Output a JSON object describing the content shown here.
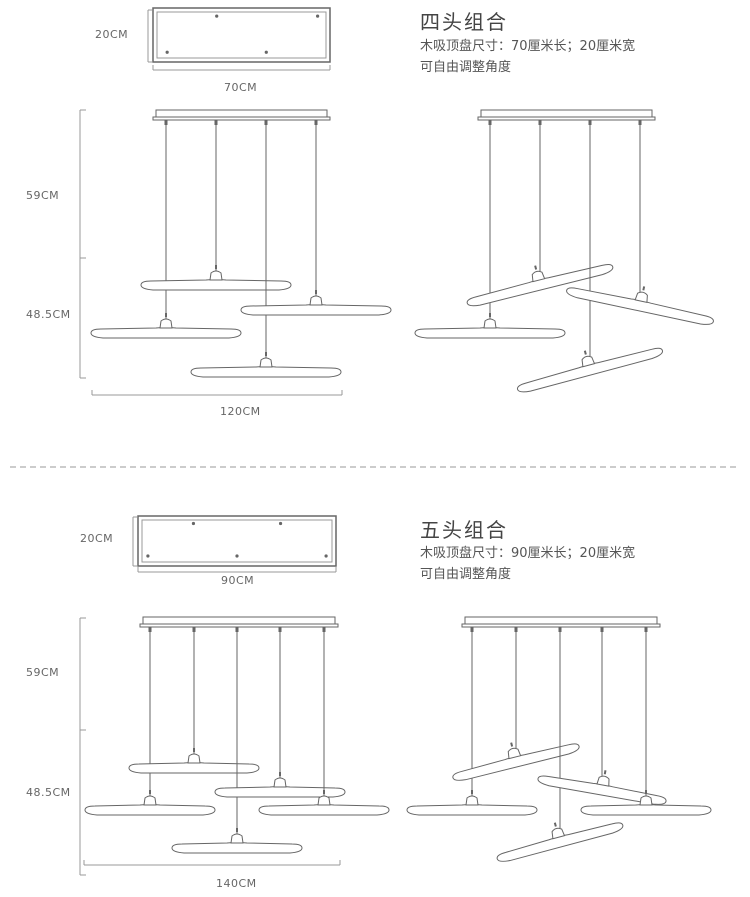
{
  "sections": [
    {
      "title": "四头组合",
      "desc_line1": "木吸顶盘尺寸：70厘米长；20厘米宽",
      "desc_line2": "可自由调整角度",
      "plate_height": "20CM",
      "plate_length": "70CM",
      "drop_upper": "59CM",
      "drop_lower": "48.5CM",
      "total_width": "120CM"
    },
    {
      "title": "五头组合",
      "desc_line1": "木吸顶盘尺寸：90厘米长；20厘米宽",
      "desc_line2": "可自由调整角度",
      "plate_height": "20CM",
      "plate_length": "90CM",
      "drop_upper": "59CM",
      "drop_lower": "48.5CM",
      "total_width": "140CM"
    }
  ],
  "colors": {
    "line": "#666666",
    "divider": "#999999"
  }
}
